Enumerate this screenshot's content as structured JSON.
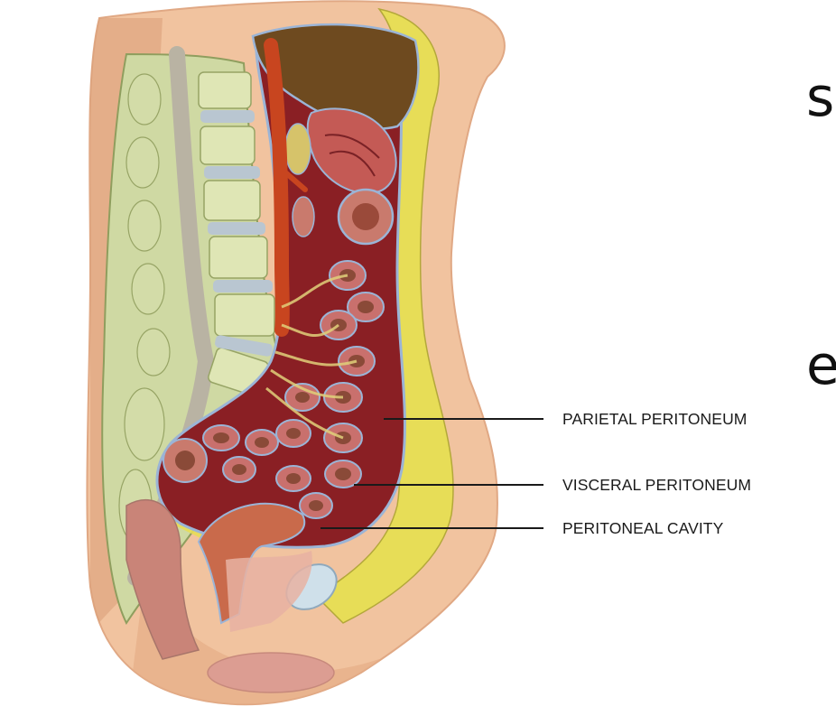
{
  "slide": {
    "text_fragments": [
      "s",
      "e"
    ]
  },
  "diagram": {
    "subject": "sagittal section of abdomen and pelvis showing the peritoneum",
    "labels": [
      {
        "id": "parietal",
        "text": "PARIETAL PERITONEUM"
      },
      {
        "id": "visceral",
        "text": "VISCERAL PERITONEUM"
      },
      {
        "id": "cavity",
        "text": "PERITONEAL CAVITY"
      }
    ]
  },
  "colors": {
    "skin": "#f1c39f",
    "skin_shadow": "#d99c77",
    "fat": "#e7dd57",
    "cavity": "#8a1f24",
    "peritoneum_line": "#9bb4d6",
    "aorta": "#c8451f",
    "liver": "#6e4a1f",
    "bone": "#c9d59a",
    "disc": "#b9c6d1",
    "intestine": "#c9706d",
    "leader_line": "#1a1a1a"
  }
}
